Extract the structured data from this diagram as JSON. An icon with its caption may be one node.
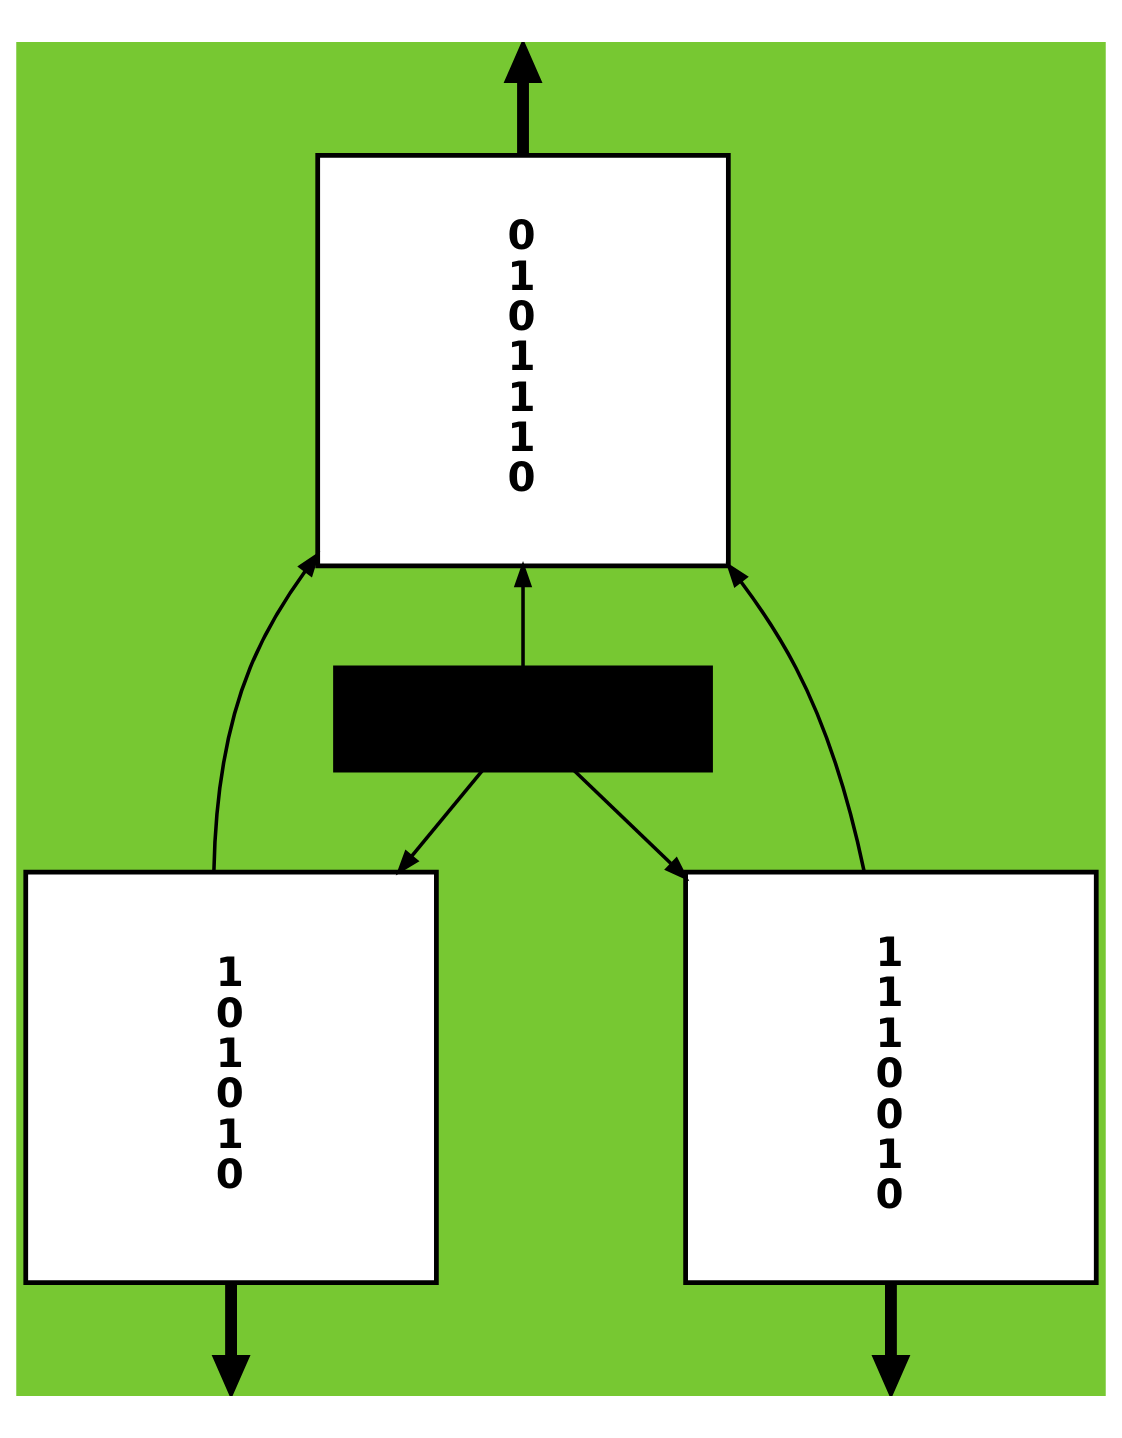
{
  "diagram": {
    "nodes": [
      {
        "text": [
          "0",
          "1",
          "0",
          "1",
          "1",
          "1",
          "0"
        ]
      },
      {
        "text": [],
        "shape": "bar"
      },
      {
        "text": [
          "1",
          "0",
          "1",
          "0",
          "1",
          "0"
        ]
      },
      {
        "text": [
          "1",
          "1",
          "1",
          "0",
          "0",
          "1",
          "0"
        ]
      }
    ],
    "edges": [
      {
        "from": 0,
        "to": null,
        "arrow": "to",
        "style": "thick"
      },
      {
        "from": 1,
        "to": 0,
        "arrow": "to"
      },
      {
        "from": 2,
        "to": 0,
        "arrow": "to"
      },
      {
        "from": 3,
        "to": 0,
        "arrow": "to"
      },
      {
        "from": 1,
        "to": 2,
        "arrow": "to"
      },
      {
        "from": 1,
        "to": 3,
        "arrow": "to"
      },
      {
        "from": 2,
        "to": null,
        "arrow": "to",
        "style": "thick"
      },
      {
        "from": 3,
        "to": null,
        "arrow": "to",
        "style": "thick"
      }
    ]
  }
}
